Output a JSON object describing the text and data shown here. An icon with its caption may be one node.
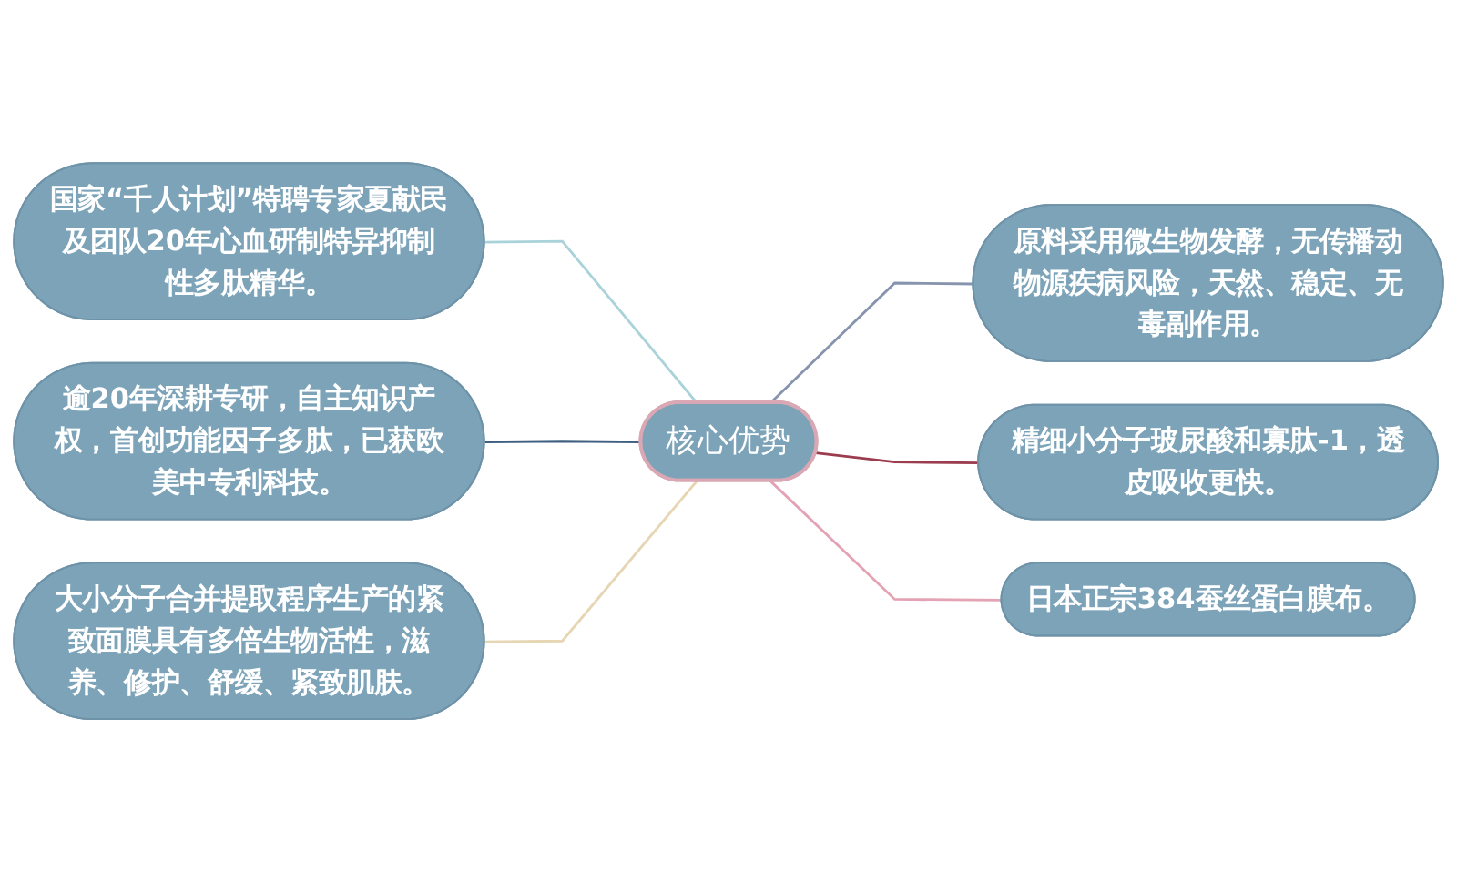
{
  "diagram": {
    "nodes": [
      {
        "text": [
          "核心优势"
        ]
      },
      {
        "text": [
          "国家“千人计划”特聘专家夏献民及团队20年心血研制特异抑制性多肽精华。"
        ]
      },
      {
        "text": [
          "逾20年深耕专研，自主知识产权，首创功能因子多肽，已获欧美中专利科技。"
        ]
      },
      {
        "text": [
          "大小分子合并提取程序生产的紧致面膜具有多倍生物活性，滋养、修护、舒缓、紧致肌肤。"
        ]
      },
      {
        "text": [
          "原料采用微生物发酵，无传播动物源疾病风险，天然、稳定、无毒副作用。"
        ]
      },
      {
        "text": [
          "精细小分子玻尿酸和寡肽-1，透皮吸收更快。"
        ]
      },
      {
        "text": [
          "日本正宗384蚕丝蛋白膜布。"
        ]
      }
    ],
    "edges": [
      {
        "from": 1,
        "to": 0,
        "arrow": "none",
        "color": "#a9d3d9"
      },
      {
        "from": 2,
        "to": 0,
        "arrow": "none",
        "color": "#3f5f80"
      },
      {
        "from": 3,
        "to": 0,
        "arrow": "none",
        "color": "#e6d6b4"
      },
      {
        "from": 0,
        "to": 4,
        "arrow": "none",
        "color": "#8794ad"
      },
      {
        "from": 0,
        "to": 5,
        "arrow": "none",
        "color": "#9c3d4f"
      },
      {
        "from": 0,
        "to": 6,
        "arrow": "none",
        "color": "#e3a3b4"
      }
    ]
  }
}
